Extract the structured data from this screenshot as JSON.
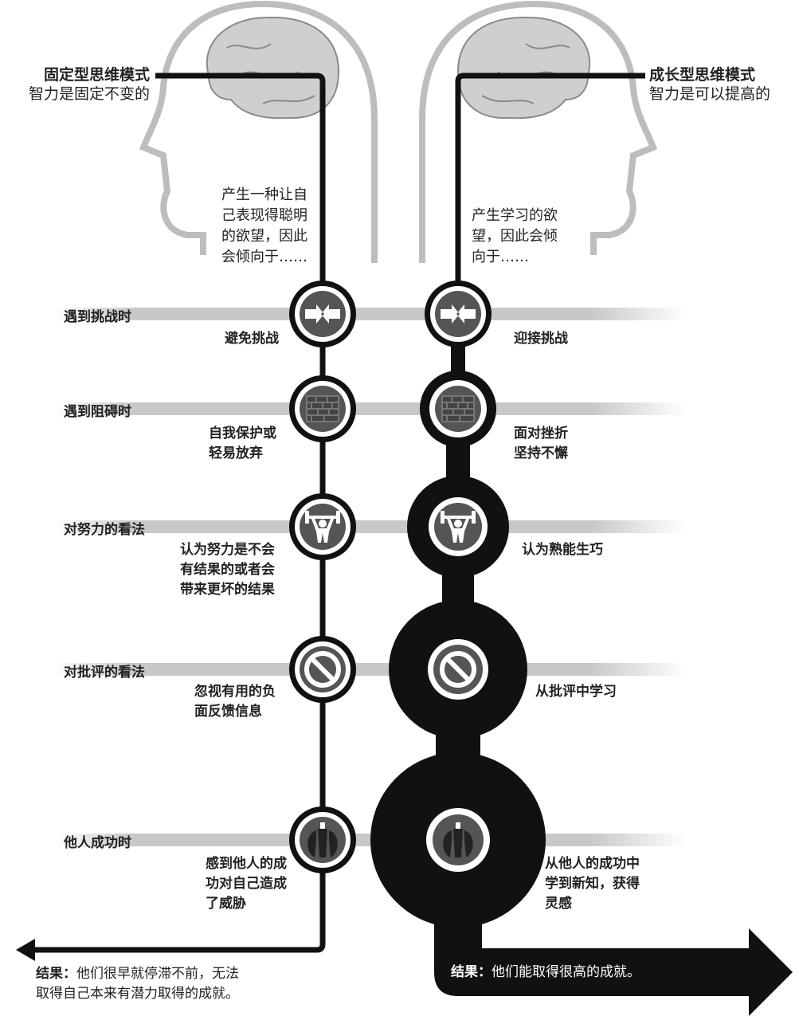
{
  "fixed": {
    "title": "固定型思维模式",
    "subtitle": "智力是固定不变的",
    "desc": [
      "产生一种让自",
      "己表现得聪明",
      "的欲望，因此",
      "会倾向于……"
    ],
    "outcomes": [
      [
        "避免挑战"
      ],
      [
        "自我保护或",
        "轻易放弃"
      ],
      [
        "认为努力是不会",
        "有结果的或者会",
        "带来更坏的结果"
      ],
      [
        "忽视有用的负",
        "面反馈信息"
      ],
      [
        "感到他人的成",
        "功对自己造成",
        "了威胁"
      ]
    ],
    "result_label": "结果：",
    "result": [
      "他们很早就停滞不前，无法",
      "取得自己本来有潜力取得的成就。"
    ]
  },
  "growth": {
    "title": "成长型思维模式",
    "subtitle": "智力是可以提高的",
    "desc": [
      "产生学习的欲",
      "望，因此会倾",
      "向于……"
    ],
    "outcomes": [
      [
        "迎接挑战"
      ],
      [
        "面对挫折",
        "坚持不懈"
      ],
      [
        "认为熟能生巧"
      ],
      [
        "从批评中学习"
      ],
      [
        "从他人的成功中",
        "学到新知，获得",
        "灵感"
      ]
    ],
    "result_label": "结果：",
    "result": "他们能取得很高的成就。"
  },
  "rows": [
    "遇到挑战时",
    "遇到阻碍时",
    "对努力的看法",
    "对批评的看法",
    "他人成功时"
  ],
  "icons": [
    "challenge-arrows-icon",
    "brick-wall-icon",
    "weightlifter-icon",
    "prohibition-icon",
    "others-success-icon"
  ],
  "colors": {
    "line": "#111111",
    "band": "#c8c8c8",
    "head": "#bdbdbd",
    "icon_bg": "#555555"
  }
}
